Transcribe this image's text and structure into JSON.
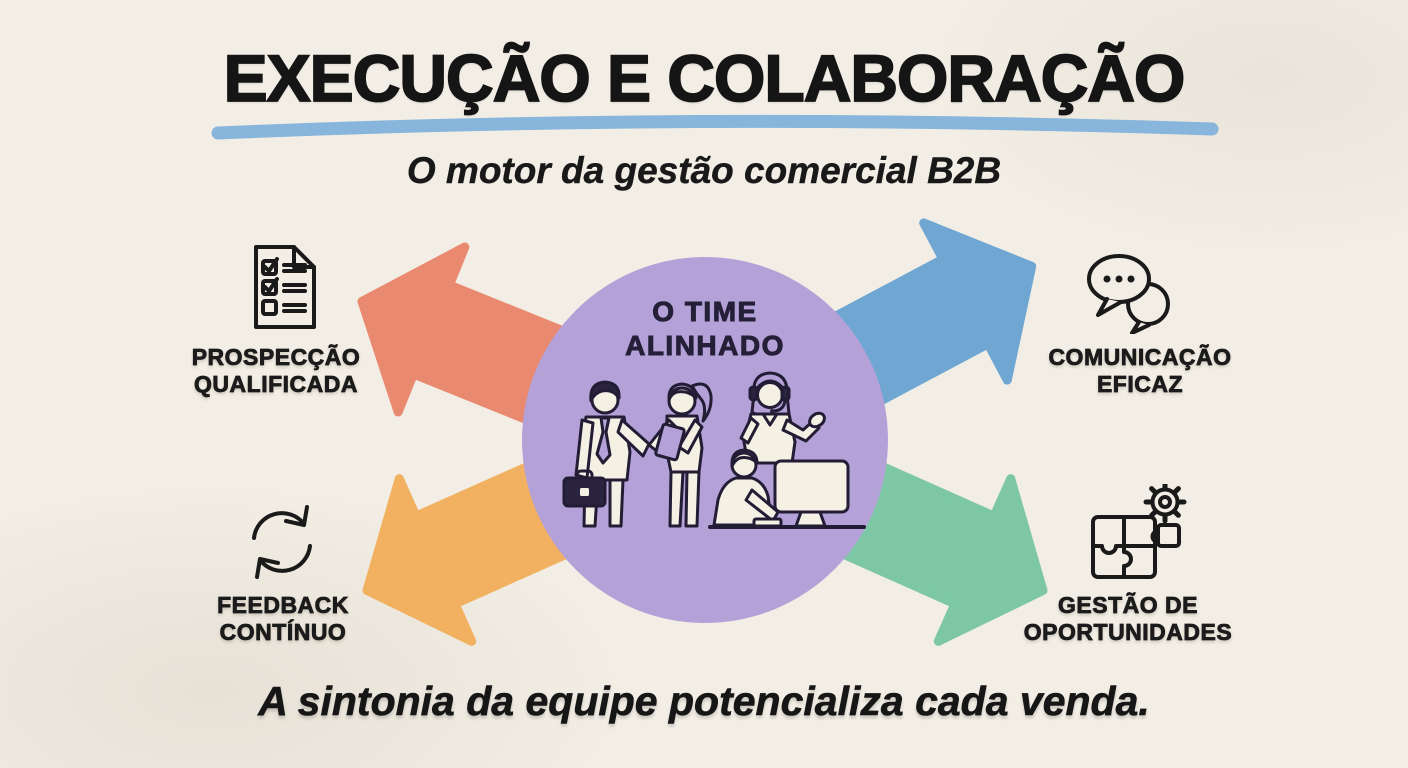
{
  "colors": {
    "background": "#F2EEE5",
    "title_text": "#151515",
    "underline": "#87B5DB",
    "circle": "#B4A1D8",
    "arrow_top_left": "#E98A70",
    "arrow_top_right": "#6FA7D2",
    "arrow_bottom_left": "#F1B161",
    "arrow_bottom_right": "#7DC7A5",
    "line_art": "#221D35",
    "figure_fill": "#F4F0E3"
  },
  "header": {
    "title": "EXECUÇÃO E COLABORAÇÃO",
    "subtitle": "O motor da gestão comercial B2B"
  },
  "center": {
    "heading_line1": "O TIME",
    "heading_line2": "ALINHADO",
    "illustration": "team-of-four-collaborating: businessman with briefcase shaking hands with woman holding tablet, support agent with headset, person seated at computer"
  },
  "quadrants": [
    {
      "id": "top-left",
      "icon": "checklist-document-icon",
      "arrow_color": "#E98A70",
      "direction": "up-left",
      "label_line1": "PROSPECÇÃO",
      "label_line2": "QUALIFICADA"
    },
    {
      "id": "top-right",
      "icon": "speech-bubbles-icon",
      "arrow_color": "#6FA7D2",
      "direction": "up-right",
      "label_line1": "COMUNICAÇÃO",
      "label_line2": "EFICAZ"
    },
    {
      "id": "bottom-left",
      "icon": "cycle-arrows-icon",
      "arrow_color": "#F1B161",
      "direction": "down-left",
      "label_line1": "FEEDBACK",
      "label_line2": "CONTÍNUO"
    },
    {
      "id": "bottom-right",
      "icon": "puzzle-gear-icon",
      "arrow_color": "#7DC7A5",
      "direction": "down-right",
      "label_line1": "GESTÃO DE",
      "label_line2": "OPORTUNIDADES"
    }
  ],
  "footer": {
    "tagline": "A sintonia da equipe potencializa cada venda."
  }
}
